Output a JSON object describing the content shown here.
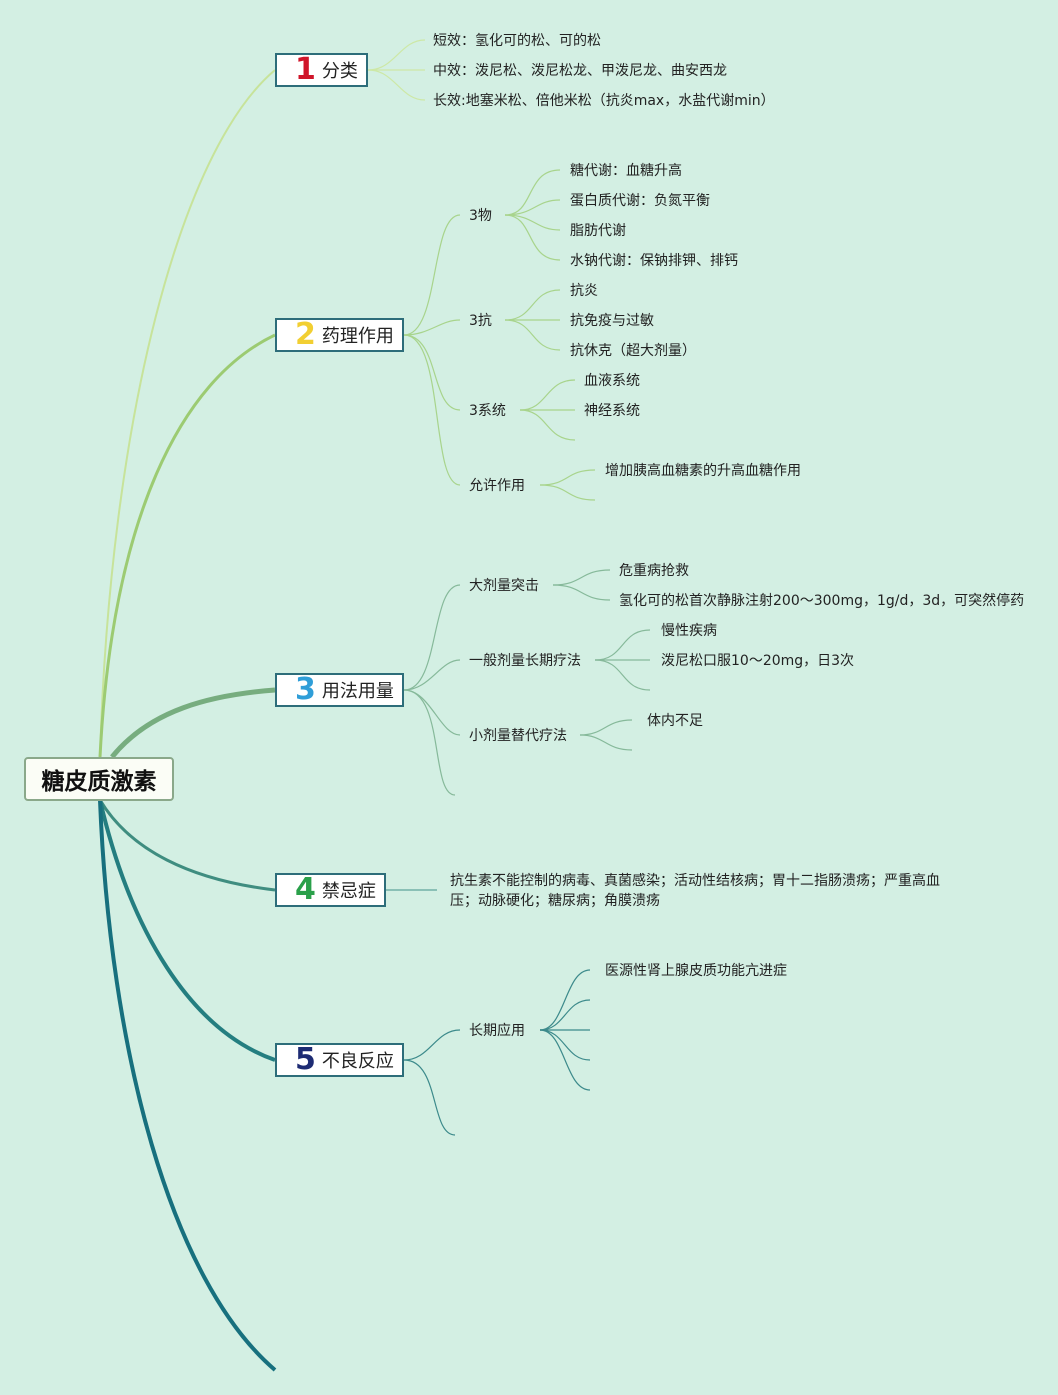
{
  "root": {
    "title": "糖皮质激素"
  },
  "branches": [
    {
      "number": "1",
      "title": "分类",
      "color": "#d0152a",
      "children": [
        {
          "text": "短效：氢化可的松、可的松"
        },
        {
          "text": "中效：泼尼松、泼尼松龙、甲泼尼龙、曲安西龙"
        },
        {
          "text": "长效:地塞米松、倍他米松（抗炎max，水盐代谢min）"
        }
      ]
    },
    {
      "number": "2",
      "title": "药理作用",
      "color": "#f2cf32",
      "children": [
        {
          "text": "3物",
          "children": [
            "糖代谢：血糖升高",
            "蛋白质代谢：负氮平衡",
            "脂肪代谢",
            "水钠代谢：保钠排钾、排钙"
          ]
        },
        {
          "text": "3抗",
          "children": [
            "抗炎",
            "抗免疫与过敏",
            "抗休克（超大剂量）"
          ]
        },
        {
          "text": "3系统",
          "children": [
            "血液系统",
            "神经系统",
            ""
          ]
        },
        {
          "text": "允许作用",
          "children": [
            "增加胰高血糖素的升高血糖作用",
            ""
          ]
        }
      ]
    },
    {
      "number": "3",
      "title": "用法用量",
      "color": "#2f9ed8",
      "children": [
        {
          "text": "大剂量突击",
          "children": [
            "危重病抢救",
            "氢化可的松首次静脉注射200～300mg，1g/d，3d，可突然停药"
          ]
        },
        {
          "text": "一般剂量长期疗法",
          "children": [
            "慢性疾病",
            "泼尼松口服10～20mg，日3次",
            ""
          ]
        },
        {
          "text": "小剂量替代疗法",
          "children": [
            "体内不足",
            ""
          ]
        },
        {
          "text": ""
        }
      ]
    },
    {
      "number": "4",
      "title": "禁忌症",
      "color": "#2aa04a",
      "children": [
        {
          "text": "抗生素不能控制的病毒、真菌感染；活动性结核病；胃十二指肠溃疡；严重高血压；动脉硬化；糖尿病；角膜溃疡"
        }
      ]
    },
    {
      "number": "5",
      "title": "不良反应",
      "color": "#1d2b73",
      "children": [
        {
          "text": "长期应用",
          "children": [
            "医源性肾上腺皮质功能亢进症",
            "",
            "",
            "",
            ""
          ]
        },
        {
          "text": ""
        }
      ]
    }
  ]
}
